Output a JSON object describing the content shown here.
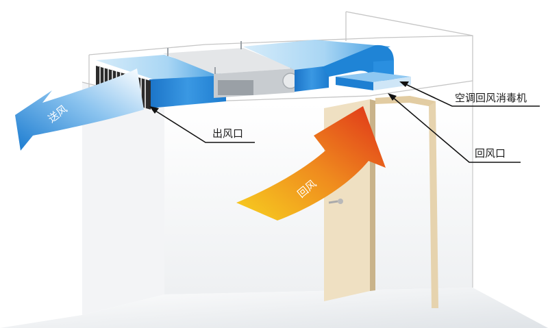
{
  "labels": {
    "outlet": "出风口",
    "disinfector": "空调回风消毒机",
    "return_inlet": "回风口"
  },
  "arrows": {
    "supply": "送风",
    "return": "回风"
  },
  "colors": {
    "duct_blue": "#1e88d8",
    "duct_light": "#b9dff7",
    "supply_arrow": "#1f7fd0",
    "return_arrow_start": "#f5c220",
    "return_arrow_end": "#e03a1c",
    "door": "#efe0c2",
    "frame": "#e6d3ae"
  }
}
